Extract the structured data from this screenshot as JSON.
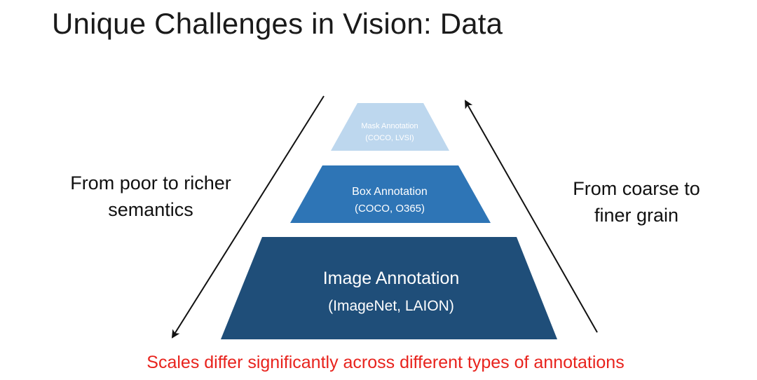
{
  "slide": {
    "title": "Unique Challenges in Vision: Data"
  },
  "pyramid": {
    "tiers": [
      {
        "name": "Mask Annotation",
        "datasets": "(COCO, LVSI)",
        "color": "#bdd7ee"
      },
      {
        "name": "Box Annotation",
        "datasets": "(COCO, O365)",
        "color": "#2e75b6"
      },
      {
        "name": "Image Annotation",
        "datasets": "(ImageNet, LAION)",
        "color": "#1f4e79"
      }
    ]
  },
  "left_arrow": {
    "label": "From poor to richer semantics",
    "direction": "down"
  },
  "right_arrow": {
    "label": "From coarse to finer grain",
    "direction": "up"
  },
  "footer": {
    "text": "Scales differ significantly across different types of annotations",
    "color": "#e8231d"
  }
}
